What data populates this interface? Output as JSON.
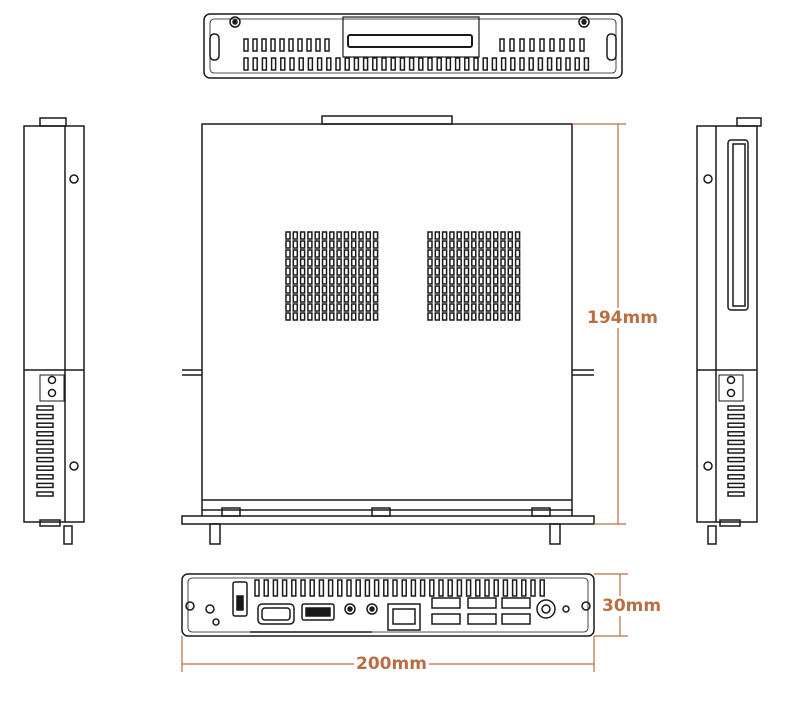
{
  "dimensions": {
    "depth": "194mm",
    "height": "30mm",
    "width": "200mm"
  },
  "colors": {
    "outline": "#1a1a1a",
    "dimension": "#b96f45",
    "background": "#ffffff"
  },
  "views": [
    "top-view",
    "left-side-view",
    "main-plan-view",
    "right-side-view",
    "front-io-view"
  ]
}
